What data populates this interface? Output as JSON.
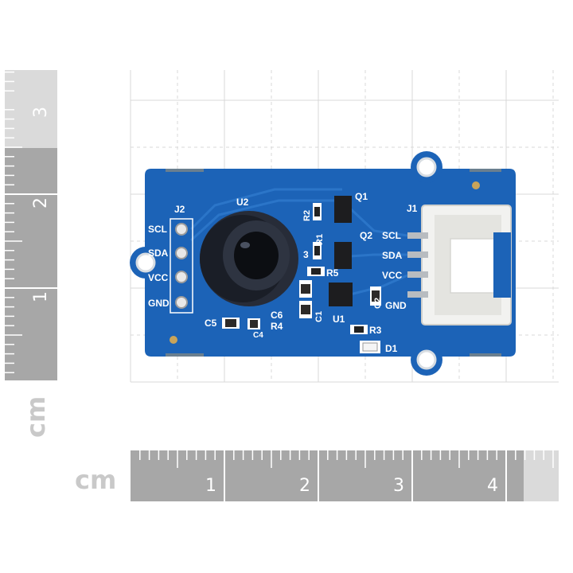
{
  "rulers": {
    "unit": "cm",
    "vertical_labels": [
      "1",
      "2",
      "3"
    ],
    "horizontal_labels": [
      "1",
      "2",
      "3",
      "4"
    ]
  },
  "board": {
    "left_header": "J2",
    "left_pins": [
      "SCL",
      "SDA",
      "VCC",
      "GND"
    ],
    "right_header": "J1",
    "right_pins": [
      "SCL",
      "SDA",
      "VCC",
      "GND"
    ],
    "components": {
      "u2": "U2",
      "q1": "Q1",
      "q2": "Q2",
      "r1": "R1",
      "r2": "R2",
      "r3": "R3",
      "r4": "R4",
      "r5": "R5",
      "c1": "C1",
      "c2": "C2",
      "c4": "C4",
      "c5": "C5",
      "c6": "C6",
      "u1": "U1",
      "d1": "D1",
      "three": "3"
    }
  },
  "colors": {
    "pcb": "#1c63b7",
    "ruler_dark": "#a7a7a7",
    "ruler_light": "#dadada",
    "grid": "#d9d9d9"
  }
}
